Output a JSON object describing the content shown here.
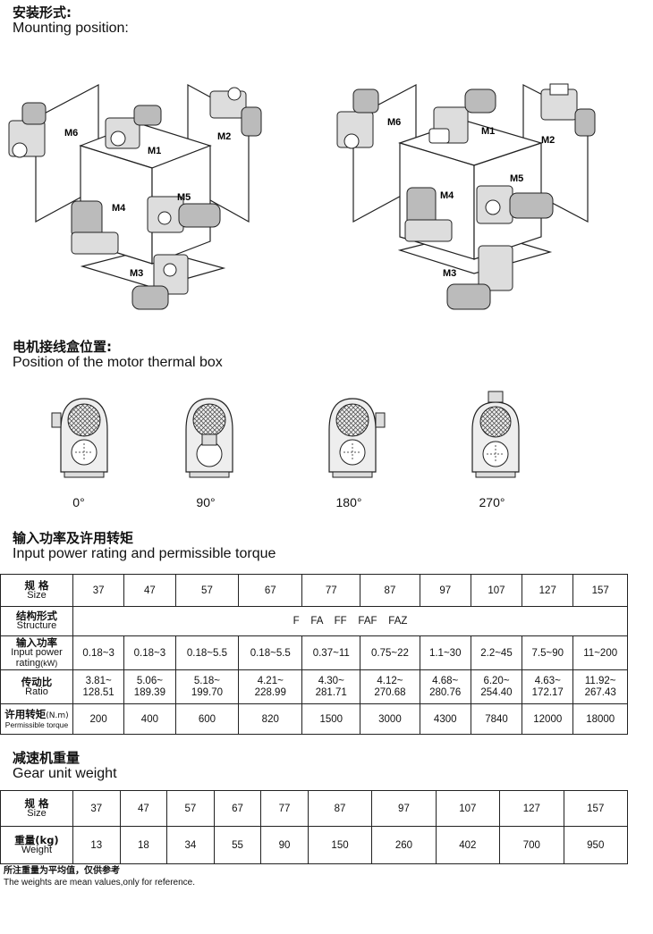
{
  "mounting": {
    "title_zh": "安装形式:",
    "title_en": "Mounting position:",
    "labels": [
      "M1",
      "M2",
      "M3",
      "M4",
      "M5",
      "M6"
    ]
  },
  "thermal_box": {
    "title_zh": "电机接线盒位置:",
    "title_en": "Position of the motor thermal box",
    "positions": [
      "0°",
      "90°",
      "180°",
      "270°"
    ]
  },
  "power_table": {
    "title_zh": "输入功率及许用转矩",
    "title_en": "Input power rating and permissible torque",
    "size_zh": "规 格",
    "size_en": "Size",
    "sizes": [
      "37",
      "47",
      "57",
      "67",
      "77",
      "87",
      "97",
      "107",
      "127",
      "157"
    ],
    "structure_zh": "结构形式",
    "structure_en": "Structure",
    "structure_value": "F    FA    FF    FAF    FAZ",
    "power_zh": "输入功率",
    "power_en": "Input power",
    "power_en2": "rating",
    "power_unit": "(kW)",
    "power_values": [
      "0.18~3",
      "0.18~3",
      "0.18~5.5",
      "0.18~5.5",
      "0.37~11",
      "0.75~22",
      "1.1~30",
      "2.2~45",
      "7.5~90",
      "11~200"
    ],
    "ratio_zh": "传动比",
    "ratio_en": "Ratio",
    "ratio_low": [
      "3.81~",
      "5.06~",
      "5.18~",
      "4.21~",
      "4.30~",
      "4.12~",
      "4.68~",
      "6.20~",
      "4.63~",
      "11.92~"
    ],
    "ratio_high": [
      "128.51",
      "189.39",
      "199.70",
      "228.99",
      "281.71",
      "270.68",
      "280.76",
      "254.40",
      "172.17",
      "267.43"
    ],
    "torque_zh": "许用转矩",
    "torque_unit": "(N.m)",
    "torque_en": "Permissible torque",
    "torque_values": [
      "200",
      "400",
      "600",
      "820",
      "1500",
      "3000",
      "4300",
      "7840",
      "12000",
      "18000"
    ]
  },
  "weight_table": {
    "title_zh": "减速机重量",
    "title_en": "Gear unit weight",
    "size_zh": "规 格",
    "size_en": "Size",
    "sizes": [
      "37",
      "47",
      "57",
      "67",
      "77",
      "87",
      "97",
      "107",
      "127",
      "157"
    ],
    "weight_zh": "重量(kg)",
    "weight_en": "Weight",
    "weights": [
      "13",
      "18",
      "34",
      "55",
      "90",
      "150",
      "260",
      "402",
      "700",
      "950"
    ]
  },
  "note": {
    "zh": "所注重量为平均值，仅供参考",
    "en": "The weights are mean values,only for reference."
  }
}
